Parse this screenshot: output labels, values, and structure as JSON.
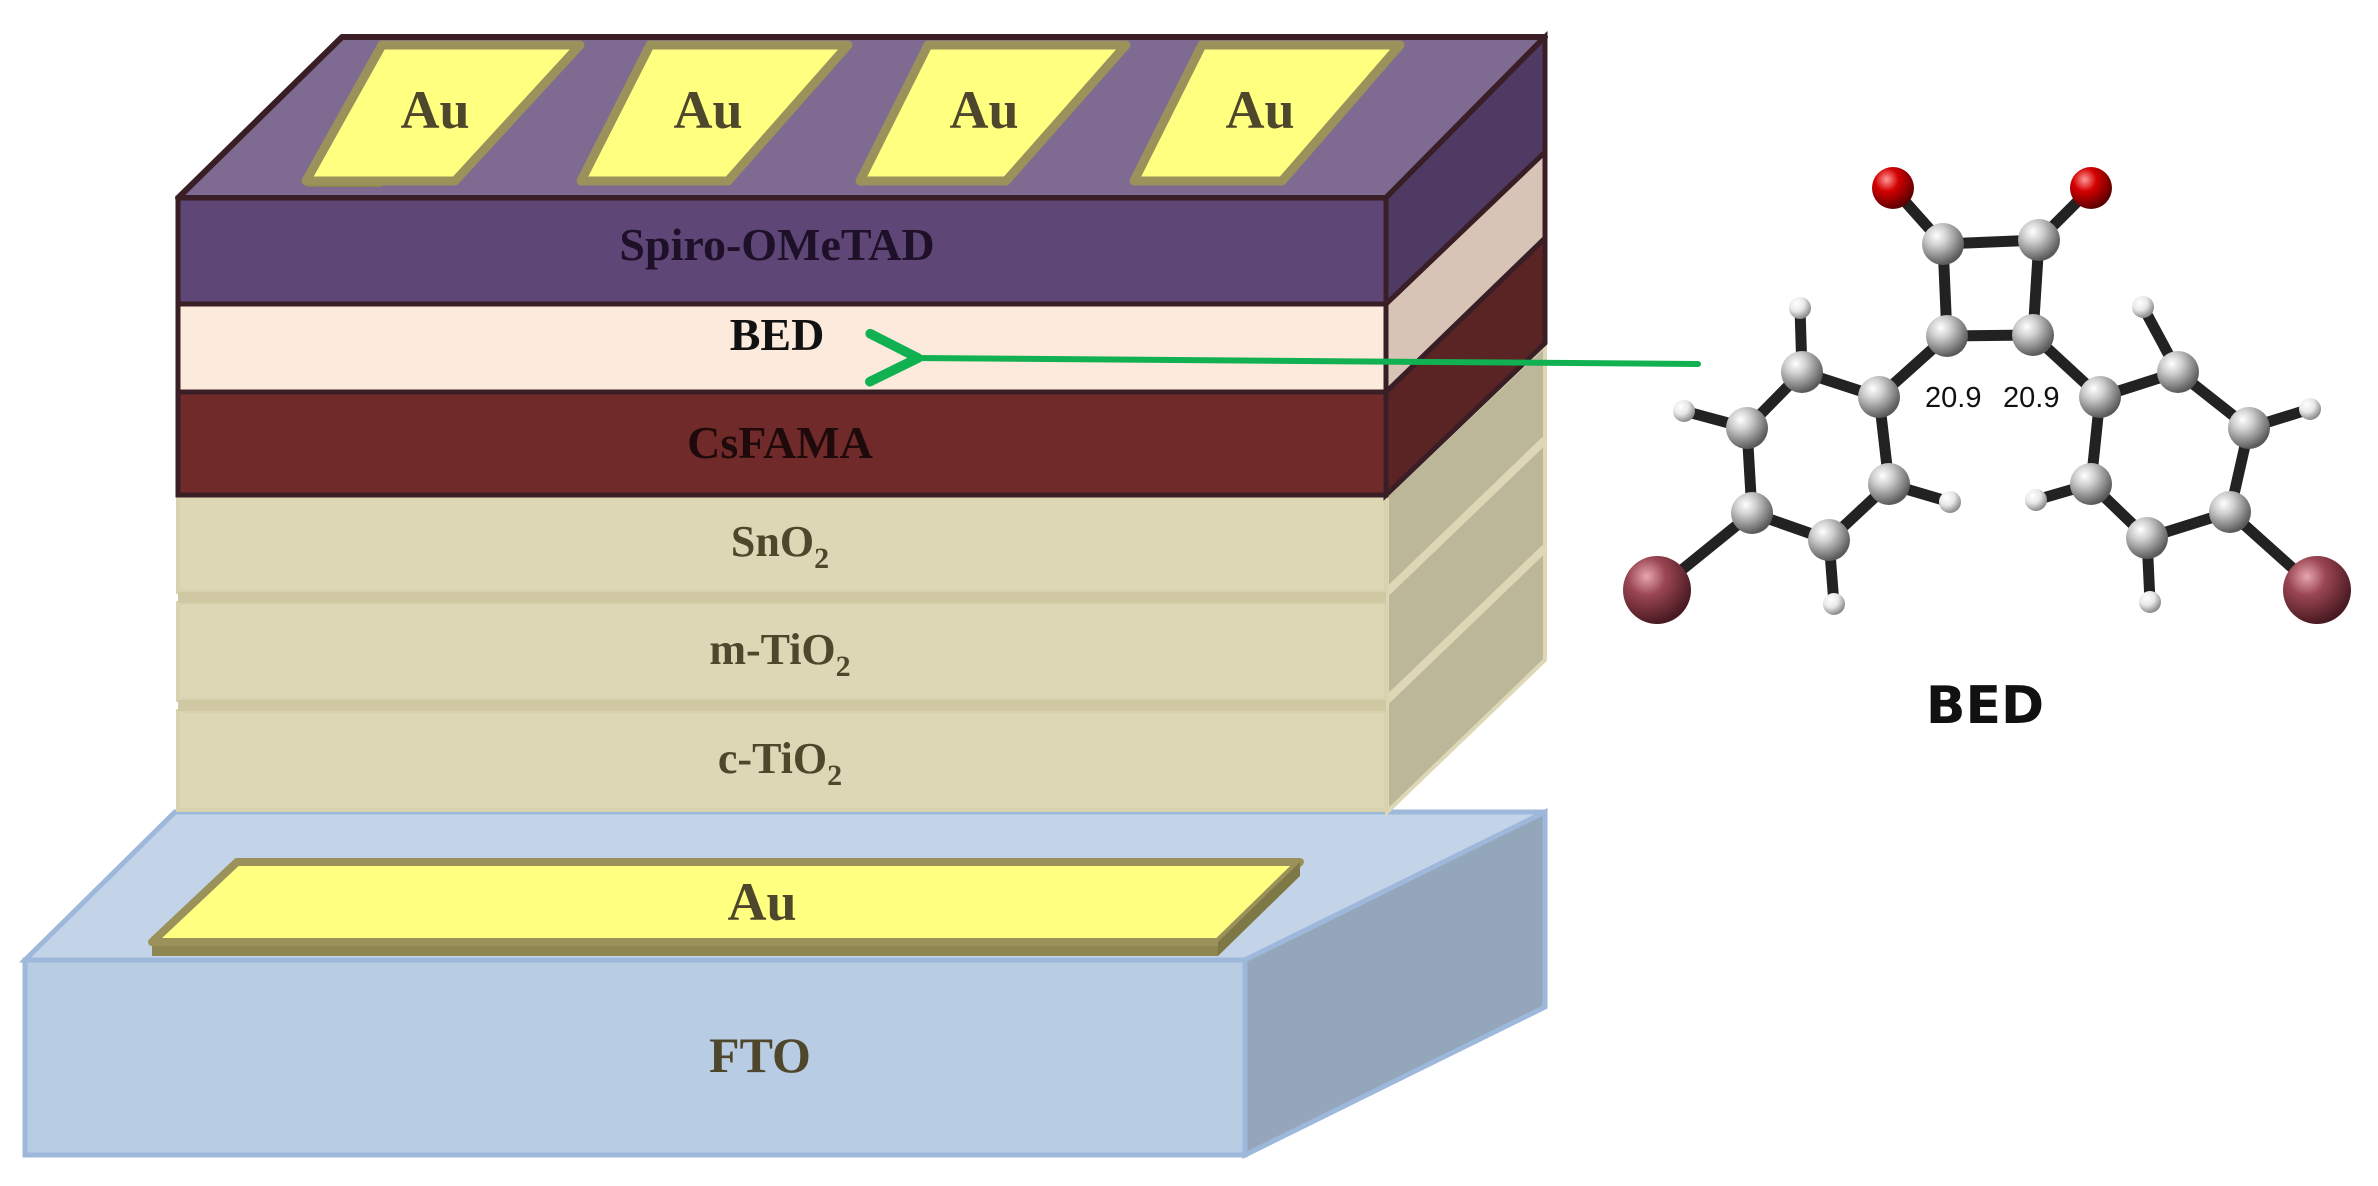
{
  "device": {
    "top_contacts": [
      "Au",
      "Au",
      "Au",
      "Au"
    ],
    "layers": {
      "spiro": "Spiro-OMeTAD",
      "bed": "BED",
      "csfama": "CsFAMA",
      "sno2": {
        "base": "SnO",
        "sub": "2"
      },
      "mtio2": {
        "base": "m-TiO",
        "sub": "2"
      },
      "ctio2": {
        "base": "c-TiO",
        "sub": "2"
      }
    },
    "bottom_contact": "Au",
    "substrate": "FTO"
  },
  "molecule": {
    "name": "BED",
    "dihedral_left": "20.9",
    "dihedral_right": "20.9"
  },
  "colors": {
    "spiro": "#5E4676",
    "bed": "#FCEADC",
    "csfama": "#712A2A",
    "oxide": "#DDD7B5",
    "fto": "#B8CCE4",
    "au": "#FFFF80",
    "arrow": "#11B050",
    "carbon": "#9A9A9A",
    "oxygen": "#CC0000",
    "bromine": "#8A3E4A",
    "hydrogen": "#EEEEEE"
  }
}
